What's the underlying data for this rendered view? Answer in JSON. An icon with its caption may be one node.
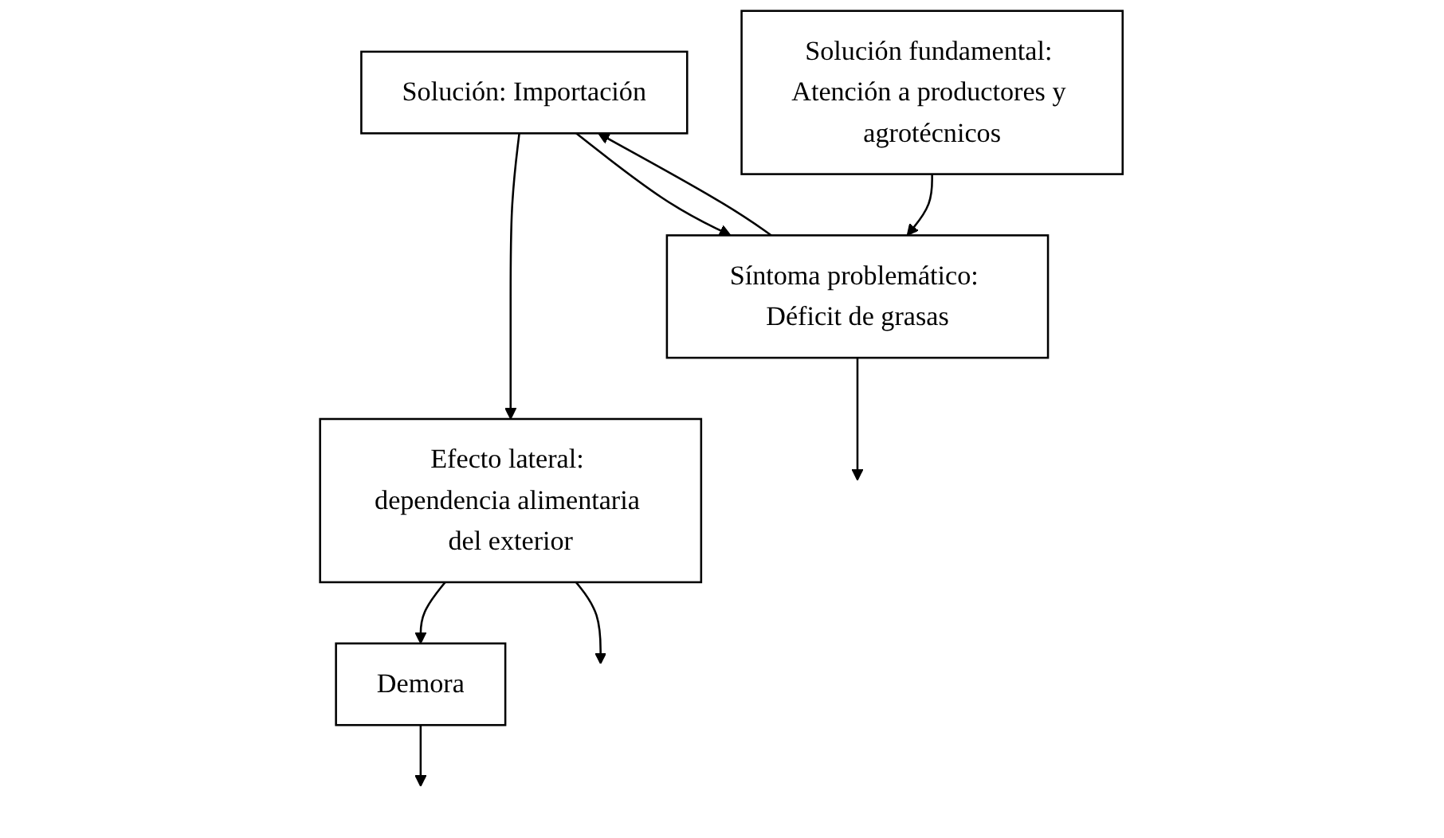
{
  "diagram": {
    "nodes": [
      {
        "text": [
          "Solución: Importación"
        ]
      },
      {
        "text": [
          "Síntoma problemático: Déficit de grasas"
        ]
      },
      {
        "text": [
          "Efecto lateral: dependencia alimentaria del exterior"
        ]
      },
      {
        "text": [
          "Solución fundamental: Atención a productores y agrotécnicos"
        ]
      },
      {
        "text": [
          "Demora"
        ]
      }
    ],
    "edges": [
      {
        "from": 0,
        "to": 2,
        "arrow": "to"
      },
      {
        "from": 0,
        "to": 1,
        "arrow": "to"
      },
      {
        "from": 1,
        "to": 0,
        "arrow": "to"
      },
      {
        "from": 1,
        "to": null,
        "arrow": "to"
      },
      {
        "from": 2,
        "to": 4,
        "arrow": "to"
      },
      {
        "from": 4,
        "to": null,
        "arrow": "to"
      },
      {
        "from": 2,
        "to": null,
        "arrow": "to"
      },
      {
        "from": 3,
        "to": 1,
        "arrow": "to"
      }
    ]
  }
}
